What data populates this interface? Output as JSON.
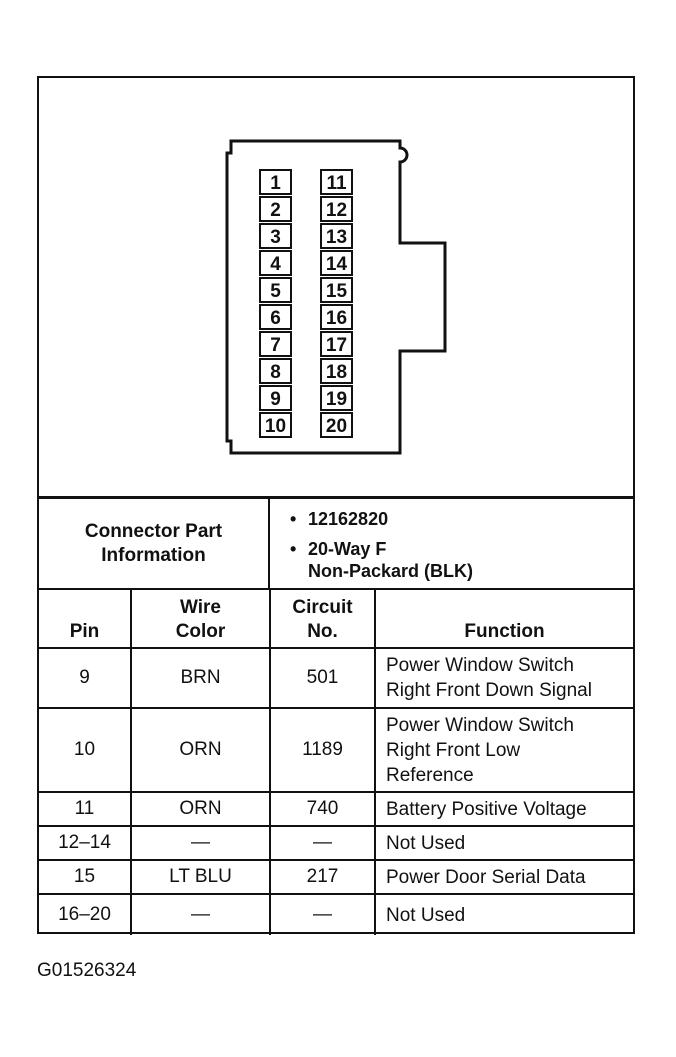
{
  "connector": {
    "pins_left": [
      "1",
      "2",
      "3",
      "4",
      "5",
      "6",
      "7",
      "8",
      "9",
      "10"
    ],
    "pins_right": [
      "11",
      "12",
      "13",
      "14",
      "15",
      "16",
      "17",
      "18",
      "19",
      "20"
    ]
  },
  "info": {
    "label_line1": "Connector Part",
    "label_line2": "Information",
    "part_number": "12162820",
    "desc_line1": "20-Way F",
    "desc_line2": "Non-Packard (BLK)"
  },
  "table": {
    "headers": {
      "pin": "Pin",
      "wire_line1": "Wire",
      "wire_line2": "Color",
      "circuit_line1": "Circuit",
      "circuit_line2": "No.",
      "function": "Function"
    },
    "rows": [
      {
        "pin": "9",
        "color": "BRN",
        "circuit": "501",
        "function": [
          "Power Window Switch",
          "Right Front Down Signal"
        ]
      },
      {
        "pin": "10",
        "color": "ORN",
        "circuit": "1189",
        "function": [
          "Power Window Switch",
          "Right Front Low",
          "Reference"
        ]
      },
      {
        "pin": "11",
        "color": "ORN",
        "circuit": "740",
        "function": [
          "Battery Positive Voltage"
        ]
      },
      {
        "pin": "12–14",
        "color": "—",
        "circuit": "—",
        "function": [
          "Not Used"
        ]
      },
      {
        "pin": "15",
        "color": "LT BLU",
        "circuit": "217",
        "function": [
          "Power Door Serial Data"
        ]
      },
      {
        "pin": "16–20",
        "color": "—",
        "circuit": "—",
        "function": [
          "Not Used"
        ]
      }
    ]
  },
  "caption": "G01526324"
}
